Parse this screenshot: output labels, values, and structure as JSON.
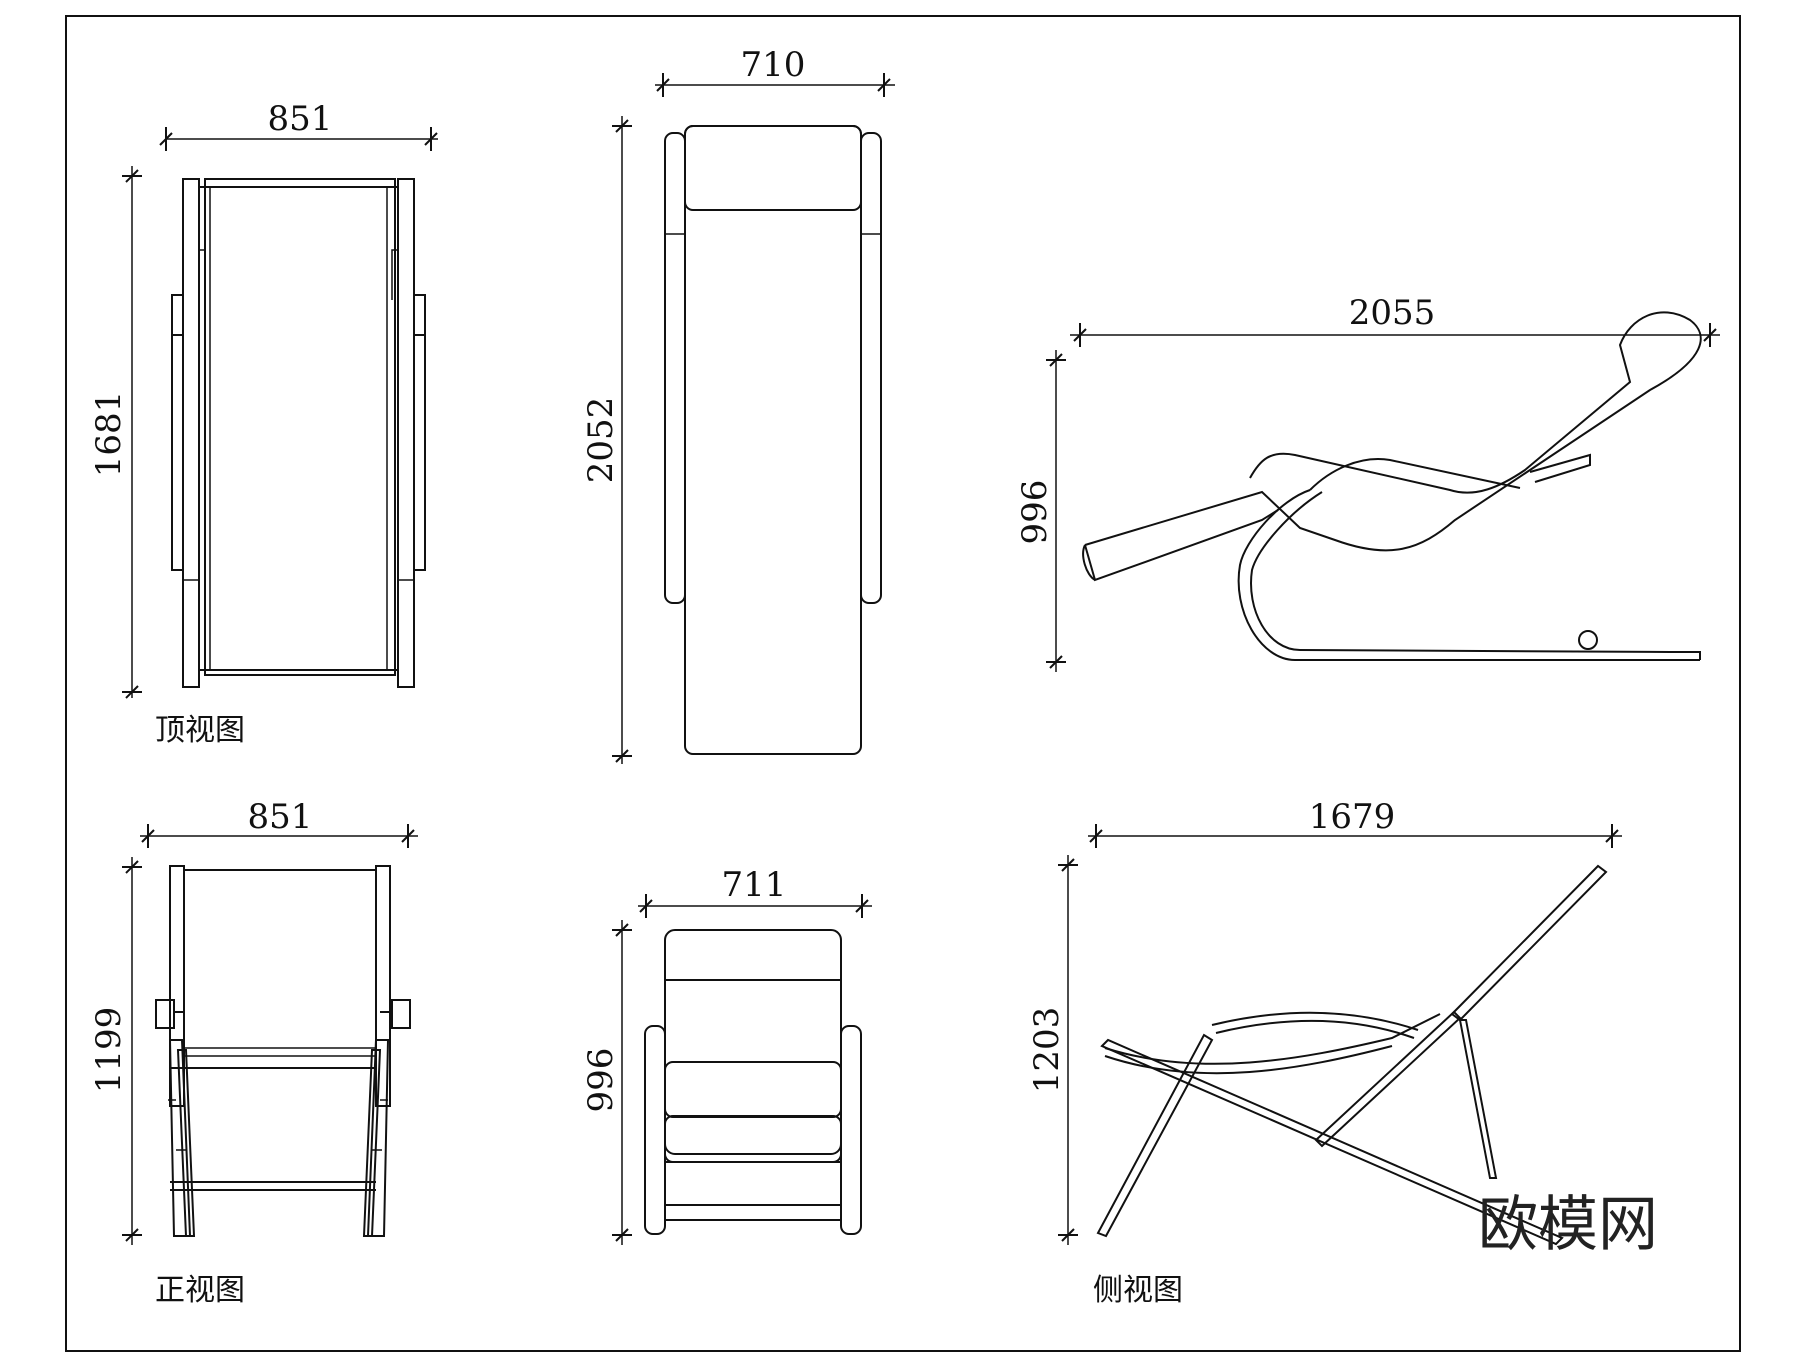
{
  "sheet": {
    "watermark": "欧模网",
    "views": {
      "top": {
        "label": "顶视图",
        "width": "851",
        "depth": "1681"
      },
      "plan": {
        "width": "710",
        "length": "2052"
      },
      "side_lounger": {
        "length": "2055",
        "height": "996"
      },
      "front": {
        "label": "正视图",
        "width": "851",
        "height": "1199"
      },
      "front_lounger": {
        "width": "711",
        "height": "996"
      },
      "side": {
        "label": "侧视图",
        "length": "1679",
        "height": "1203"
      }
    }
  }
}
